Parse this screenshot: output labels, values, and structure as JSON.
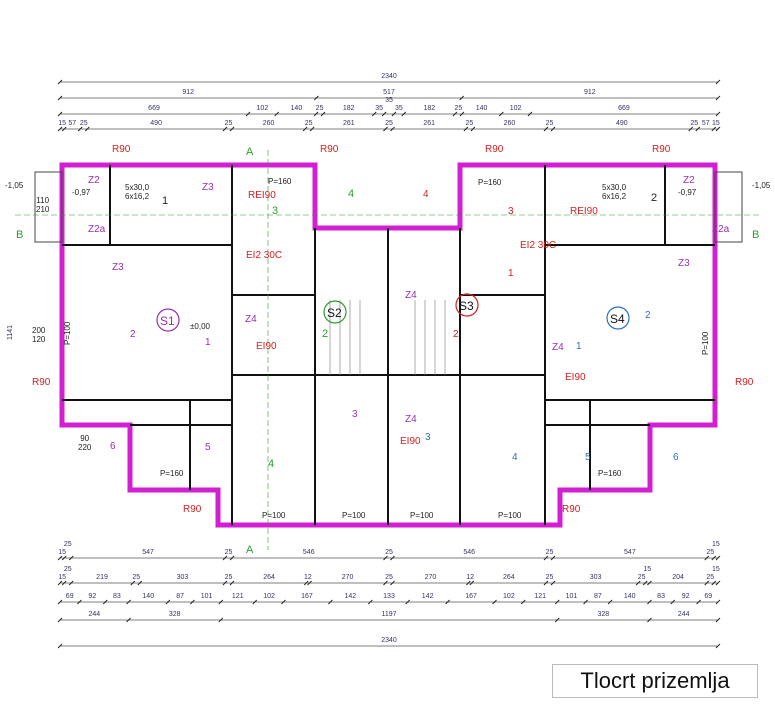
{
  "title": "Tlocrt prizemlja",
  "dimensions": {
    "top": [
      [
        "2340"
      ],
      [
        "912",
        "517",
        "912"
      ],
      [
        "669",
        "102",
        "140",
        "25",
        "182",
        "35",
        "35",
        "35",
        "182",
        "25",
        "140",
        "102",
        "669"
      ],
      [
        "15",
        "57",
        "25",
        "490",
        "25",
        "260",
        "25",
        "261",
        "25",
        "261",
        "25",
        "260",
        "25",
        "490",
        "25",
        "57",
        "15"
      ]
    ],
    "bottom": [
      [
        "15",
        "25",
        "547",
        "25",
        "546",
        "25",
        "546",
        "25",
        "547",
        "25",
        "15"
      ],
      [
        "15",
        "25",
        "219",
        "25",
        "303",
        "25",
        "264",
        "12",
        "270",
        "25",
        "270",
        "12",
        "264",
        "25",
        "303",
        "25",
        "15",
        "204",
        "25",
        "15"
      ],
      [
        "69",
        "92",
        "83",
        "140",
        "87",
        "101",
        "121",
        "102",
        "167",
        "142",
        "133",
        "142",
        "167",
        "102",
        "121",
        "101",
        "87",
        "140",
        "83",
        "92",
        "69"
      ],
      [
        "244",
        "328",
        "1197",
        "328",
        "244"
      ],
      [
        "2340"
      ]
    ],
    "side_left": "1141"
  },
  "stairs": [
    "S1",
    "S2",
    "S3",
    "S4"
  ],
  "section_marks": {
    "a": "A",
    "b": "B"
  },
  "labels": {
    "r90": "R90",
    "rei90": "REI90",
    "ei90": "EI90",
    "ei2_30c": "EI2 30C",
    "z2": "Z2",
    "z2a": "Z2a",
    "z3": "Z3",
    "z4": "Z4",
    "room1": "1",
    "room2": "2",
    "room3": "3",
    "room4": "4",
    "room5": "5",
    "room6": "6",
    "p100": "P=100",
    "p160": "P=160",
    "stair_steps_a": "5x30,0",
    "stair_steps_b": "6x16,2",
    "level_left": "-1,05",
    "level_right": "-1,05",
    "level_in": "-0,97",
    "level_zero": "±0,00",
    "win_200_120": "200\n120",
    "win_90_220": "90\n220",
    "win_110_210": "110\n210"
  },
  "colors": {
    "outer_wall": "#d11fd1",
    "wall": "#111111",
    "green": "#2a9d2a",
    "red": "#d42020",
    "purple": "#9b2fb0",
    "blue": "#2a6fc0"
  }
}
